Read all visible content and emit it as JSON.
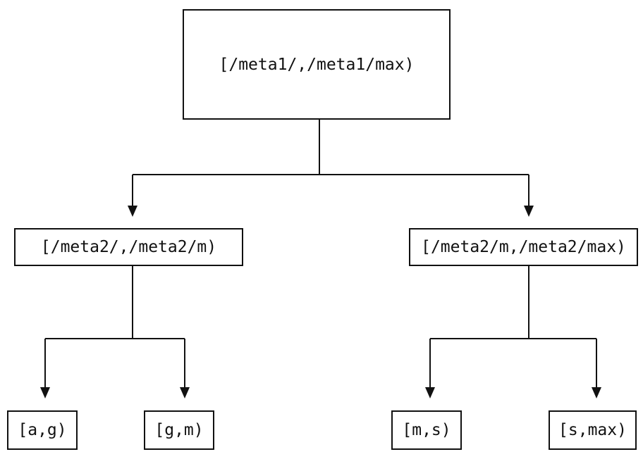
{
  "diagram": {
    "type": "tree",
    "background_color": "#ffffff",
    "line_color": "#111111",
    "text_color": "#111111",
    "nodes": {
      "root": {
        "label": "[/meta1/,/meta1/max)"
      },
      "left": {
        "label": "[/meta2/,/meta2/m)"
      },
      "right": {
        "label": "[/meta2/m,/meta2/max)"
      },
      "leaf_ag": {
        "label": "[a,g)"
      },
      "leaf_gm": {
        "label": "[g,m)"
      },
      "leaf_ms": {
        "label": "[m,s)"
      },
      "leaf_smax": {
        "label": "[s,max)"
      }
    },
    "edges": [
      {
        "from": "root",
        "to": "left"
      },
      {
        "from": "root",
        "to": "right"
      },
      {
        "from": "left",
        "to": "leaf_ag"
      },
      {
        "from": "left",
        "to": "leaf_gm"
      },
      {
        "from": "right",
        "to": "leaf_ms"
      },
      {
        "from": "right",
        "to": "leaf_smax"
      }
    ]
  }
}
